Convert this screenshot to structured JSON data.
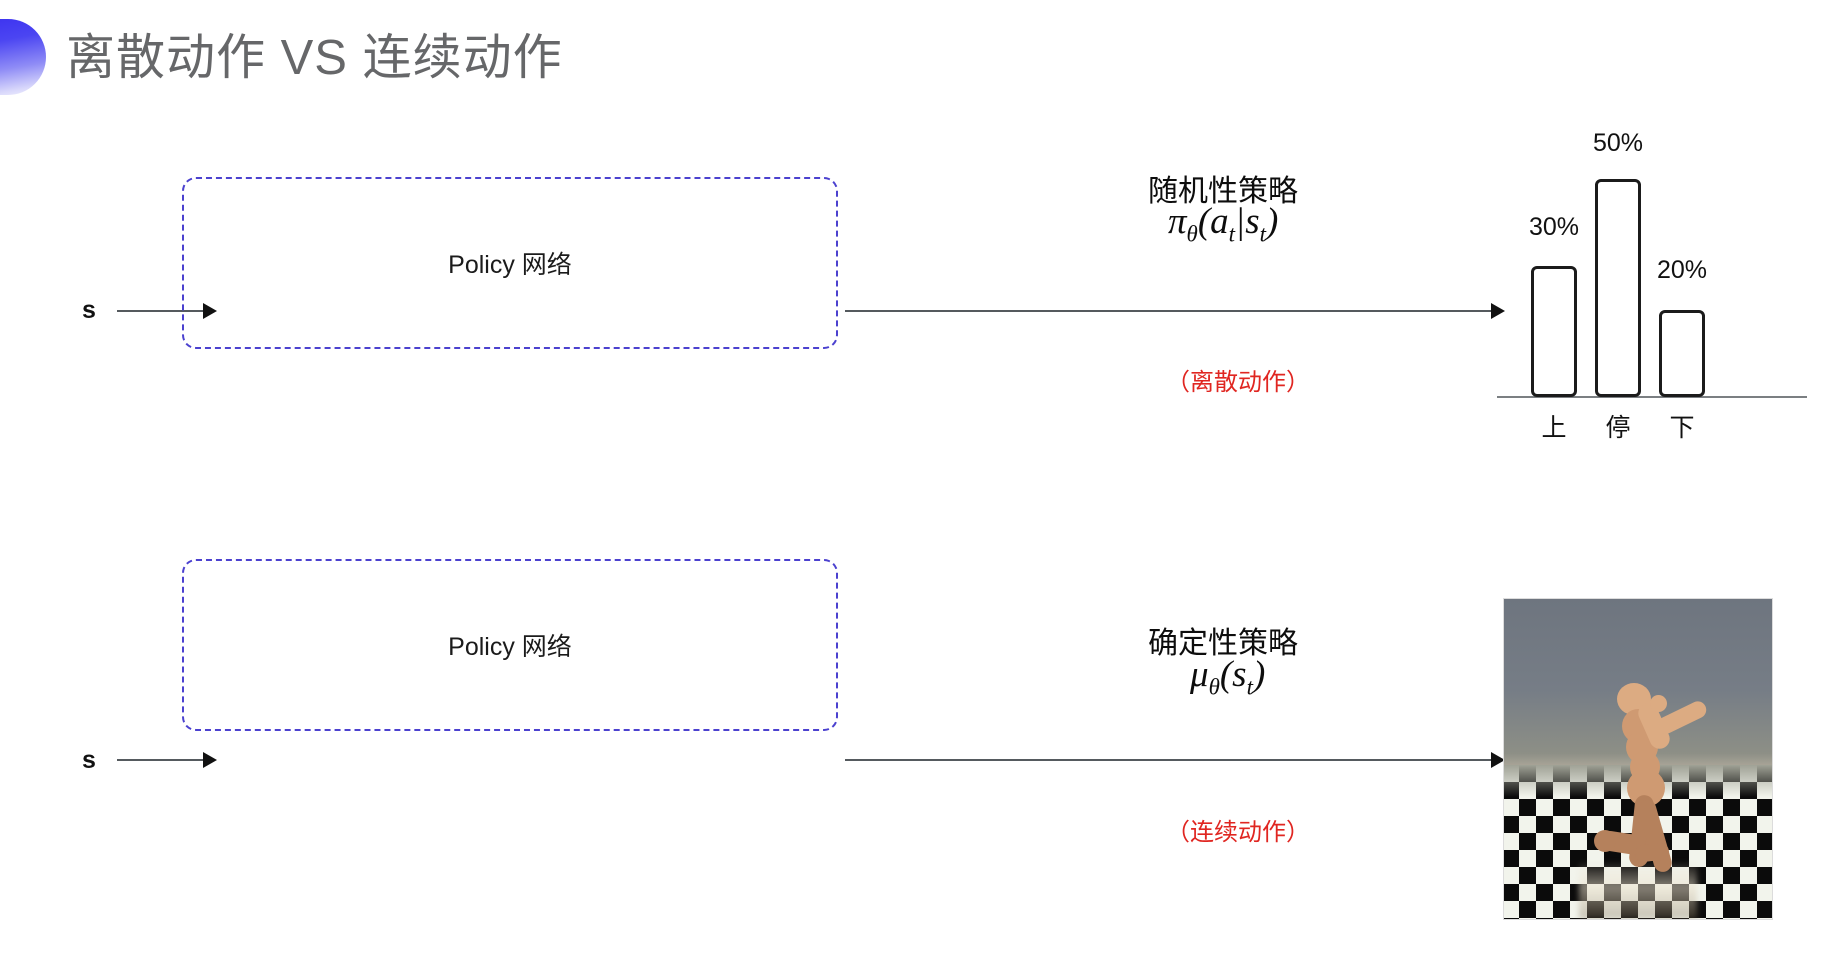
{
  "slide": {
    "title": "离散动作 VS 连续动作",
    "accent_color": "#4b41cf",
    "title_color": "#666769",
    "note_color": "#e02621",
    "background": "#ffffff"
  },
  "rows": [
    {
      "state_label": "s",
      "box_label": "Policy 网络",
      "policy_name": "随机性策略",
      "formula_main": "π",
      "formula_sub": "θ",
      "formula_args": "(a",
      "formula_args_sub": "t",
      "formula_bar": "|s",
      "formula_args_sub2": "t",
      "formula_close": ")",
      "action_note": "（离散动作）"
    },
    {
      "state_label": "s",
      "box_label": "Policy 网络",
      "policy_name": "确定性策略",
      "formula_main": "μ",
      "formula_sub": "θ",
      "formula_args": "(s",
      "formula_args_sub": "t",
      "formula_close": ")",
      "action_note": "（连续动作）"
    }
  ],
  "chart_data": {
    "type": "bar",
    "title": "",
    "xlabel": "",
    "ylabel": "",
    "categories": [
      "上",
      "停",
      "下"
    ],
    "values": [
      30,
      50,
      20
    ],
    "value_labels": [
      "30%",
      "50%",
      "20%"
    ],
    "ylim": [
      0,
      55
    ],
    "grid": false,
    "legend": "none",
    "bar_fill": "#ffffff",
    "bar_stroke": "#1b1b1b"
  },
  "sim": {
    "caption": "",
    "alt": "MuJoCo humanoid on checkerboard floor"
  }
}
